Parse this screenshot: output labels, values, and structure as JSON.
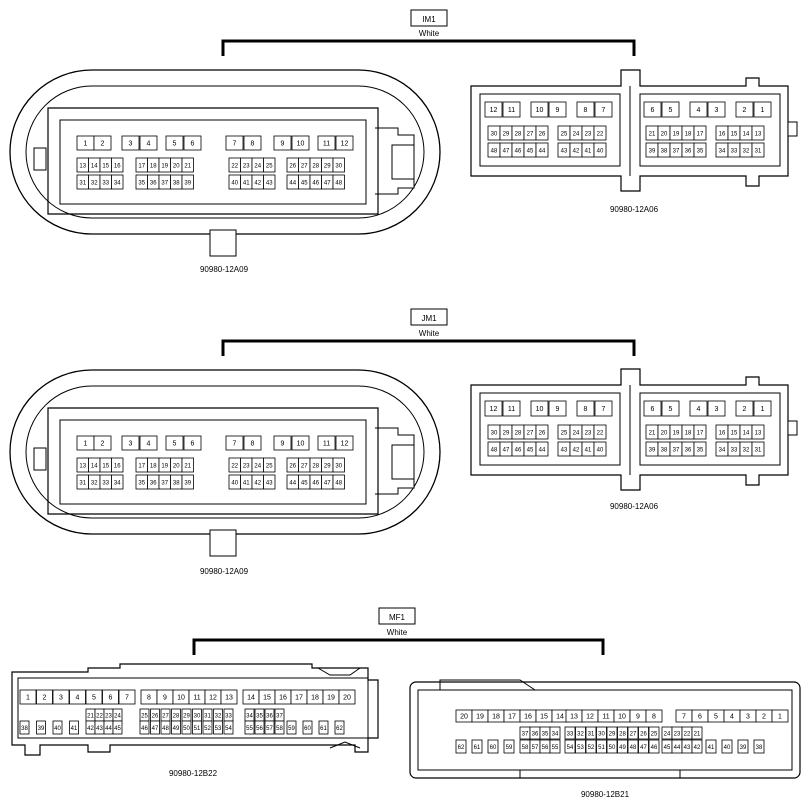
{
  "groups": [
    {
      "code": "IM1",
      "color": "White",
      "connectors": [
        {
          "part": "90980-12A09",
          "type": "oval",
          "rows": [
            [
              "1",
              "2",
              "3",
              "4",
              "5",
              "6",
              "7",
              "8",
              "9",
              "10",
              "11",
              "12"
            ],
            [
              "13",
              "14",
              "15",
              "16",
              "17",
              "18",
              "19",
              "20",
              "21",
              "22",
              "23",
              "24",
              "25",
              "26",
              "27",
              "28",
              "29",
              "30"
            ],
            [
              "31",
              "32",
              "33",
              "34",
              "35",
              "36",
              "37",
              "38",
              "39",
              "40",
              "41",
              "42",
              "43",
              "44",
              "45",
              "46",
              "47",
              "48"
            ]
          ]
        },
        {
          "part": "90980-12A06",
          "type": "rect",
          "rows": [
            [
              "12",
              "11",
              "10",
              "9",
              "8",
              "7",
              "6",
              "5",
              "4",
              "3",
              "2",
              "1"
            ],
            [
              "30",
              "29",
              "28",
              "27",
              "26",
              "25",
              "24",
              "23",
              "22",
              "21",
              "20",
              "19",
              "18",
              "17",
              "16",
              "15",
              "14",
              "13"
            ],
            [
              "48",
              "47",
              "46",
              "45",
              "44",
              "43",
              "42",
              "41",
              "40",
              "39",
              "38",
              "37",
              "36",
              "35",
              "34",
              "33",
              "32",
              "31"
            ]
          ]
        }
      ]
    },
    {
      "code": "JM1",
      "color": "White",
      "connectors": [
        {
          "part": "90980-12A09",
          "type": "oval",
          "rows": [
            [
              "1",
              "2",
              "3",
              "4",
              "5",
              "6",
              "7",
              "8",
              "9",
              "10",
              "11",
              "12"
            ],
            [
              "13",
              "14",
              "15",
              "16",
              "17",
              "18",
              "19",
              "20",
              "21",
              "22",
              "23",
              "24",
              "25",
              "26",
              "27",
              "28",
              "29",
              "30"
            ],
            [
              "31",
              "32",
              "33",
              "34",
              "35",
              "36",
              "37",
              "38",
              "39",
              "40",
              "41",
              "42",
              "43",
              "44",
              "45",
              "46",
              "47",
              "48"
            ]
          ]
        },
        {
          "part": "90980-12A06",
          "type": "rect",
          "rows": [
            [
              "12",
              "11",
              "10",
              "9",
              "8",
              "7",
              "6",
              "5",
              "4",
              "3",
              "2",
              "1"
            ],
            [
              "30",
              "29",
              "28",
              "27",
              "26",
              "25",
              "24",
              "23",
              "22",
              "21",
              "20",
              "19",
              "18",
              "17",
              "16",
              "15",
              "14",
              "13"
            ],
            [
              "48",
              "47",
              "46",
              "45",
              "44",
              "43",
              "42",
              "41",
              "40",
              "39",
              "38",
              "37",
              "36",
              "35",
              "34",
              "33",
              "32",
              "31"
            ]
          ]
        }
      ]
    },
    {
      "code": "MF1",
      "color": "White",
      "connectors": [
        {
          "part": "90980-12B22",
          "type": "long-male",
          "rows": [
            [
              "1",
              "2",
              "3",
              "4",
              "5",
              "6",
              "7",
              "8",
              "9",
              "10",
              "11",
              "12",
              "13",
              "14",
              "15",
              "16",
              "17",
              "18",
              "19",
              "20"
            ],
            [
              "21",
              "22",
              "23",
              "24",
              "25",
              "26",
              "27",
              "28",
              "29",
              "30",
              "31",
              "32",
              "33",
              "34",
              "35",
              "36",
              "37"
            ],
            [
              "38",
              "39",
              "40",
              "41",
              "42",
              "43",
              "44",
              "45",
              "46",
              "47",
              "48",
              "49",
              "50",
              "51",
              "52",
              "53",
              "54",
              "55",
              "56",
              "57",
              "58",
              "59",
              "60",
              "61",
              "62"
            ]
          ]
        },
        {
          "part": "90980-12B21",
          "type": "long-female",
          "rows": [
            [
              "20",
              "19",
              "18",
              "17",
              "16",
              "15",
              "14",
              "13",
              "12",
              "11",
              "10",
              "9",
              "8",
              "7",
              "6",
              "5",
              "4",
              "3",
              "2",
              "1"
            ],
            [
              "37",
              "36",
              "35",
              "34",
              "33",
              "32",
              "31",
              "30",
              "29",
              "28",
              "27",
              "26",
              "25",
              "24",
              "23",
              "22",
              "21"
            ],
            [
              "62",
              "61",
              "60",
              "59",
              "58",
              "57",
              "56",
              "55",
              "54",
              "53",
              "52",
              "51",
              "50",
              "49",
              "48",
              "47",
              "46",
              "45",
              "44",
              "43",
              "42",
              "41",
              "40",
              "39",
              "38"
            ]
          ]
        }
      ]
    }
  ]
}
